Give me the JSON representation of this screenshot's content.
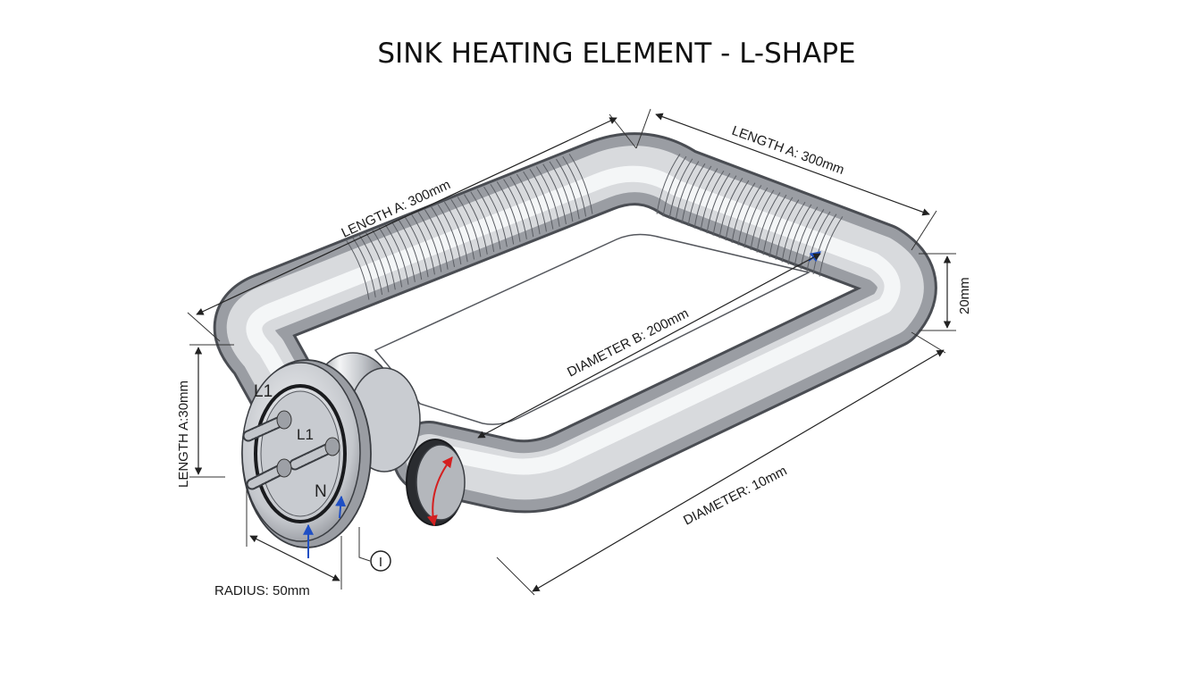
{
  "title": "SINK HEATING ELEMENT - L-SHAPE",
  "dimensions": {
    "length_top_left": "LENGTH A: 300mm",
    "length_top_right": "LENGTH A: 300mm",
    "height_right": "20mm",
    "diameter_inner": "DIAMETER B: 200mm",
    "diameter_bottom": "DIAMETER: 10mm",
    "length_left": "LENGTH A:30mm",
    "radius": "RADIUS: 50mm"
  },
  "terminals": {
    "l1_outer": "L1",
    "l1_inner": "L1",
    "neutral": "N",
    "marker": "I"
  },
  "colors": {
    "tube_light": "#f2f3f5",
    "tube_mid": "#b9bcc2",
    "tube_dark": "#6e7178",
    "arrow_red": "#d42020",
    "arrow_blue": "#1f4fc4"
  }
}
